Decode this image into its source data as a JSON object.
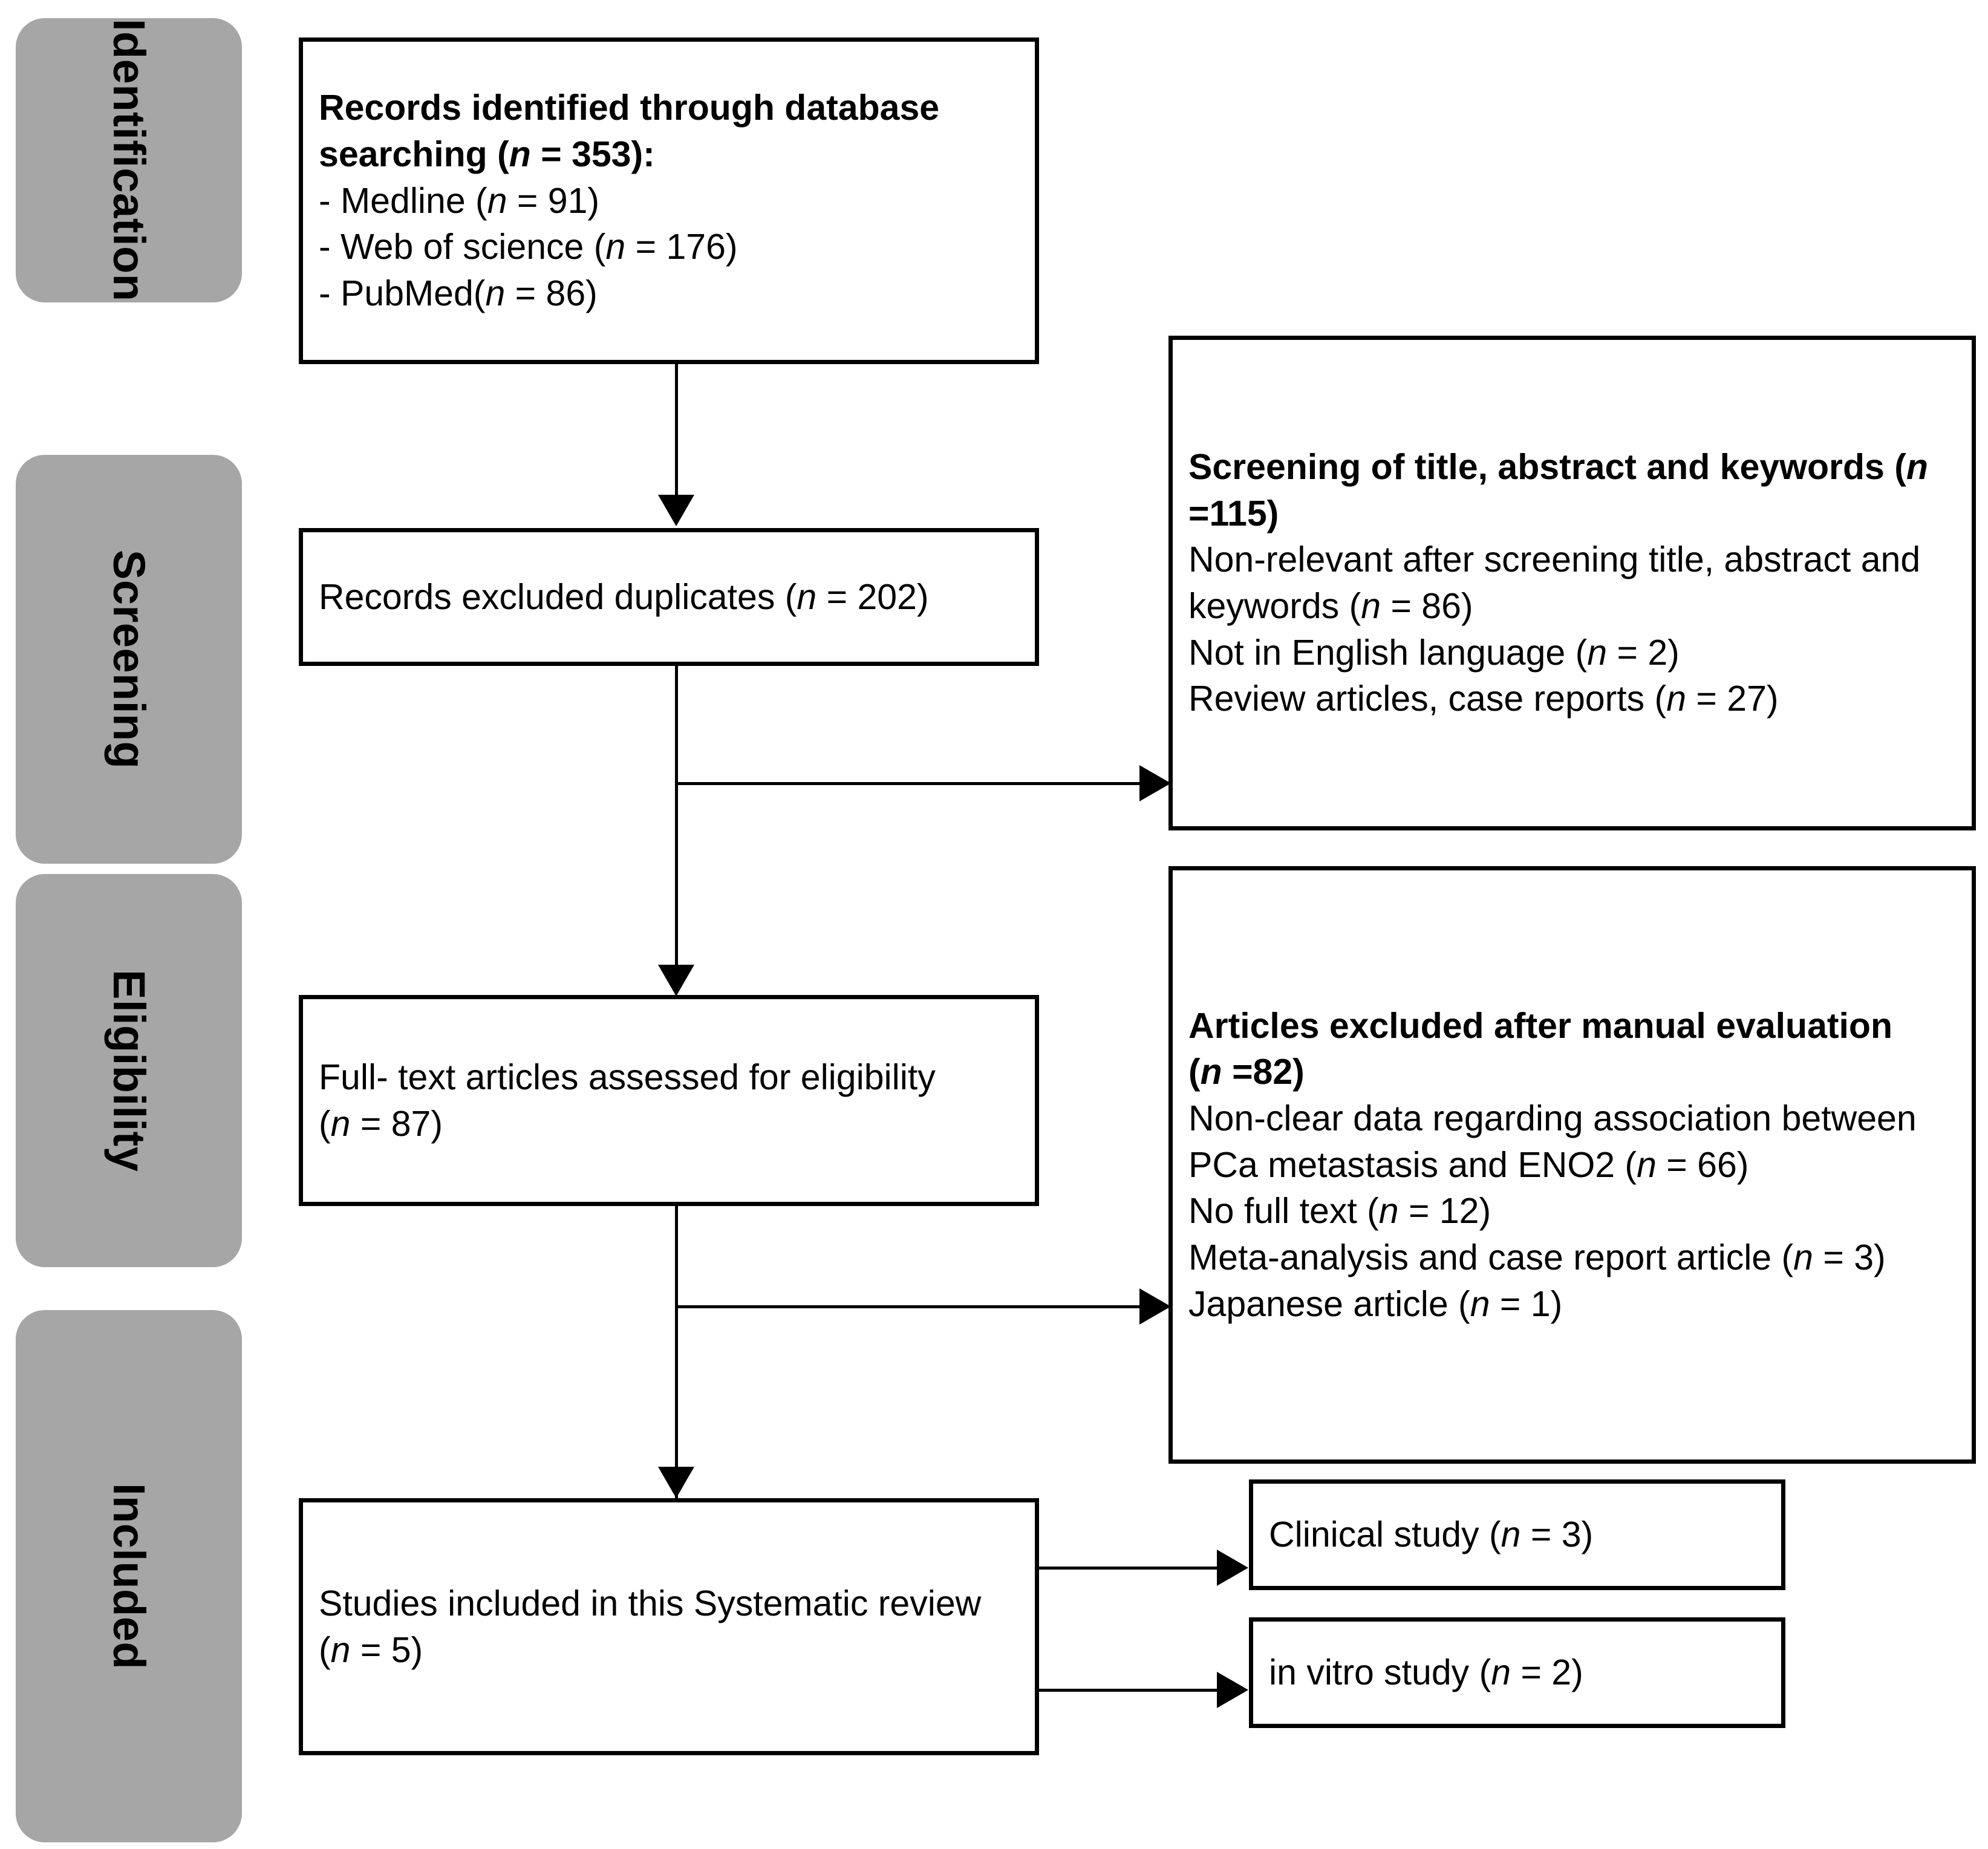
{
  "diagram": {
    "title": "PRISMA systematic review flow diagram",
    "colors": {
      "phase_bar_fill": "#a6a6a6",
      "box_border": "#000000",
      "box_fill": "#ffffff",
      "text": "#000000",
      "connector": "#000000"
    }
  },
  "phases": [
    {
      "id": "identification",
      "label": "Identification"
    },
    {
      "id": "screening",
      "label": "Screening"
    },
    {
      "id": "eligibility",
      "label": "Eligibility"
    },
    {
      "id": "included",
      "label": "Included"
    }
  ],
  "boxes": {
    "identified": {
      "heading": "Records identified through database searching (",
      "heading_n": "n",
      "heading_rest": " = 353):",
      "lines": [
        {
          "pre": "- Medline (",
          "n": "n",
          "post": " = 91)"
        },
        {
          "pre": "- Web of science (",
          "n": "n",
          "post": " = 176)"
        },
        {
          "pre": "- PubMed(",
          "n": "n",
          "post": " = 86)"
        }
      ]
    },
    "duplicates": {
      "pre": "Records excluded duplicates (",
      "n": "n",
      "post": " = 202)"
    },
    "screening_excluded": {
      "heading_pre": "Screening of title, abstract and keywords (",
      "heading_n": "n",
      "heading_post": " =115)",
      "lines": [
        {
          "pre": "Non-relevant after screening title, abstract and keywords (",
          "n": "n",
          "post": " = 86)"
        },
        {
          "pre": "Not in English language (",
          "n": "n",
          "post": " = 2)"
        },
        {
          "pre": "Review articles, case reports (",
          "n": "n",
          "post": " = 27)"
        }
      ]
    },
    "fulltext": {
      "heading": "Full- text articles assessed for eligibility",
      "count_pre": "(",
      "count_n": "n",
      "count_post": " = 87)"
    },
    "manual_excluded": {
      "heading": "Articles excluded after manual evaluation",
      "heading_count_pre": "(",
      "heading_count_n": "n",
      "heading_count_post": " =82)",
      "lines": [
        {
          "pre": "Non-clear data regarding association between PCa metastasis and ENO2 (",
          "n": "n",
          "post": " = 66)"
        },
        {
          "pre": "No full text (",
          "n": "n",
          "post": " = 12)"
        },
        {
          "pre": "Meta-analysis and case report article (",
          "n": "n",
          "post": " = 3)"
        },
        {
          "pre": "Japanese article (",
          "n": "n",
          "post": " = 1)"
        }
      ]
    },
    "included_studies": {
      "pre": "Studies included in this Systematic review (",
      "n": "n",
      "post": " = 5)"
    },
    "clinical_study": {
      "pre": "Clinical study (",
      "n": "n",
      "post": " = 3)"
    },
    "in_vitro_study": {
      "pre": "in vitro study (",
      "n": "n",
      "post": " = 2)"
    }
  },
  "chart_data": {
    "type": "diagram",
    "title": "PRISMA flow of study selection",
    "nodes": [
      {
        "id": "identified",
        "phase": "Identification",
        "label": "Records identified through database searching (n = 353)",
        "n": 353,
        "breakdown": [
          {
            "source": "Medline",
            "n": 91
          },
          {
            "source": "Web of science",
            "n": 176
          },
          {
            "source": "PubMed",
            "n": 86
          }
        ]
      },
      {
        "id": "duplicates",
        "phase": "Screening",
        "label": "Records excluded duplicates (n = 202)",
        "n": 202
      },
      {
        "id": "screening_excluded",
        "phase": "Screening",
        "label": "Screening of title, abstract and keywords (n =115)",
        "n": 115,
        "breakdown": [
          {
            "reason": "Non-relevant after screening title, abstract and keywords",
            "n": 86
          },
          {
            "reason": "Not in English language",
            "n": 2
          },
          {
            "reason": "Review articles, case reports",
            "n": 27
          }
        ]
      },
      {
        "id": "fulltext",
        "phase": "Eligibility",
        "label": "Full- text articles assessed for eligibility (n = 87)",
        "n": 87
      },
      {
        "id": "manual_excluded",
        "phase": "Eligibility",
        "label": "Articles excluded after manual evaluation (n =82)",
        "n": 82,
        "breakdown": [
          {
            "reason": "Non-clear data regarding association between PCa metastasis and ENO2",
            "n": 66
          },
          {
            "reason": "No full text",
            "n": 12
          },
          {
            "reason": "Meta-analysis and case report article",
            "n": 3
          },
          {
            "reason": "Japanese article",
            "n": 1
          }
        ]
      },
      {
        "id": "included_studies",
        "phase": "Included",
        "label": "Studies included in this Systematic review (n = 5)",
        "n": 5
      },
      {
        "id": "clinical_study",
        "phase": "Included",
        "label": "Clinical study (n = 3)",
        "n": 3
      },
      {
        "id": "in_vitro_study",
        "phase": "Included",
        "label": "in vitro study (n = 2)",
        "n": 2
      }
    ],
    "edges": [
      {
        "from": "identified",
        "to": "duplicates",
        "direction": "down"
      },
      {
        "from": "duplicates",
        "to": "screening_excluded",
        "direction": "right"
      },
      {
        "from": "duplicates",
        "to": "fulltext",
        "direction": "down"
      },
      {
        "from": "fulltext",
        "to": "manual_excluded",
        "direction": "right"
      },
      {
        "from": "fulltext",
        "to": "included_studies",
        "direction": "down"
      },
      {
        "from": "included_studies",
        "to": "clinical_study",
        "direction": "right"
      },
      {
        "from": "included_studies",
        "to": "in_vitro_study",
        "direction": "right"
      }
    ]
  }
}
